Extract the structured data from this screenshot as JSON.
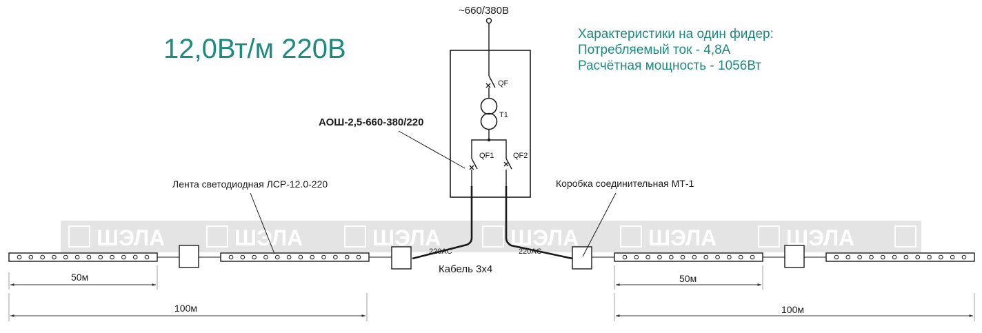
{
  "title": "12,0Вт/м 220В",
  "characteristics": {
    "heading": "Характеристики на один фидер:",
    "current": "Потребляемый ток - 4,8А",
    "power": "Расчётная мощность - 1056Вт"
  },
  "supply": "~660/380В",
  "cabinet": {
    "name": "АОШ-2,5-660-380/220",
    "breaker_main": "QF",
    "transformer": "T1",
    "breaker_1": "QF1",
    "breaker_2": "QF2"
  },
  "led_strip_label": "Лента светодиодная ЛСР-12.0-220",
  "junction_box_label": "Коробка соединительная МТ-1",
  "cable_label": "Кабель 3х4",
  "voltage_left": "220AC",
  "voltage_right": "220AC",
  "dimensions": {
    "left_short": "50м",
    "left_long": "100м",
    "right_short": "50м",
    "right_long": "100м"
  },
  "watermark": "ШЭЛА",
  "colors": {
    "accent": "#1d8a80",
    "line": "#1a1a1a",
    "watermark_band": "#e4e4e4"
  }
}
